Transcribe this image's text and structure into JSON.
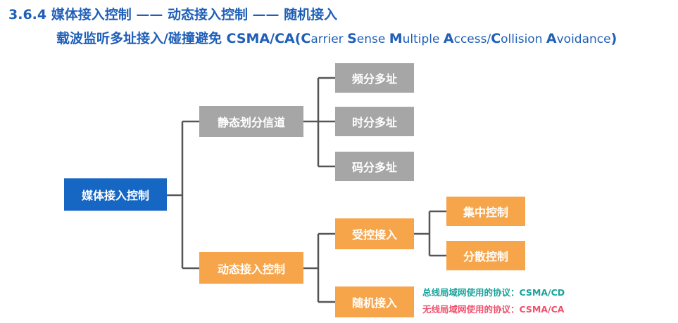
{
  "title_line1": "3.6.4 媒体接入控制 —— 动态接入控制 —— 随机接入",
  "title_line2": {
    "prefix": "载波监听多址接入/碰撞避免 CSMA/CA(",
    "parts": [
      {
        "cap": "C",
        "rest": "arrier "
      },
      {
        "cap": "S",
        "rest": "ense "
      },
      {
        "cap": "M",
        "rest": "ultiple "
      },
      {
        "cap": "A",
        "rest": "ccess/"
      },
      {
        "cap": "C",
        "rest": "ollision "
      },
      {
        "cap": "A",
        "rest": "voidance"
      }
    ],
    "suffix": ")"
  },
  "nodes": {
    "root": "媒体接入控制",
    "static": "静态划分信道",
    "fdm": "频分多址",
    "tdm": "时分多址",
    "cdm": "码分多址",
    "dynamic": "动态接入控制",
    "controlled": "受控接入",
    "centralized": "集中控制",
    "distributed": "分散控制",
    "random": "随机接入"
  },
  "notes": {
    "bus": "总线局域网使用的协议：CSMA/CD",
    "wireless": "无线局域网使用的协议：CSMA/CA"
  },
  "colors": {
    "root": "#1666c4",
    "static_branch": "#a6a6a6",
    "dynamic_branch": "#f7a54a",
    "title": "#1f5fb8",
    "note_bus": "#1aa39a",
    "note_wireless": "#f0506e"
  }
}
